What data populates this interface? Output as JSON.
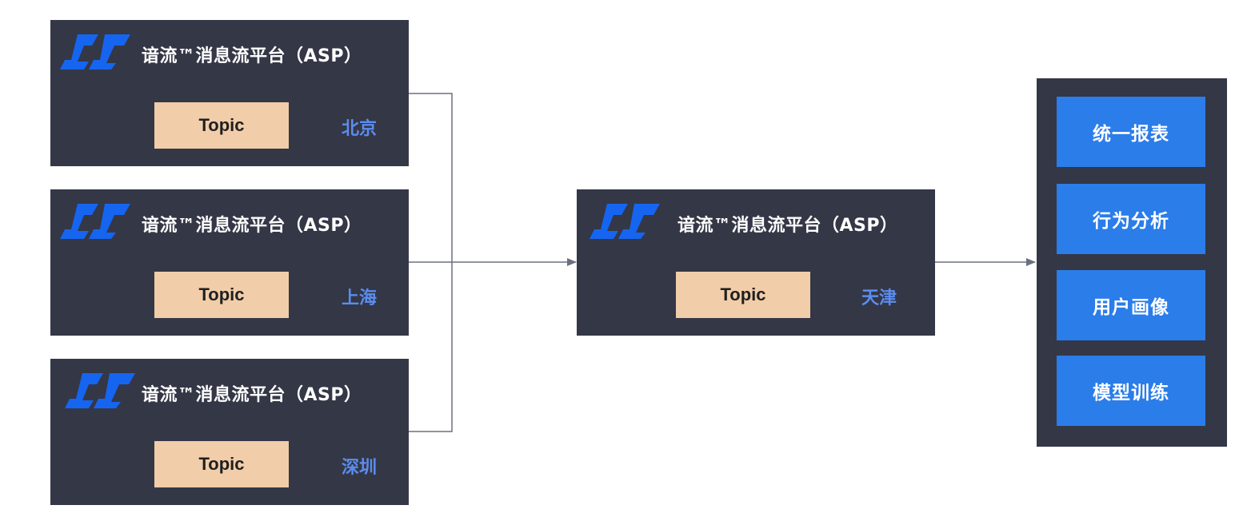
{
  "diagram": {
    "platform_name": "谙流™消息流平台（ASP）",
    "topic_label": "Topic",
    "sources": [
      {
        "city": "北京"
      },
      {
        "city": "上海"
      },
      {
        "city": "深圳"
      }
    ],
    "hub": {
      "city": "天津"
    },
    "applications": [
      {
        "label": "统一报表"
      },
      {
        "label": "行为分析"
      },
      {
        "label": "用户画像"
      },
      {
        "label": "模型训练"
      }
    ]
  },
  "colors": {
    "node_background": "#343746",
    "logo_blue": "#1565f0",
    "topic_fill": "#f1cda9",
    "city_text": "#5b8def",
    "app_button": "#2b7de9",
    "connector": "#6b7080"
  },
  "icons": {
    "logo": "asp-logo-icon",
    "arrow": "arrow-right-icon"
  }
}
